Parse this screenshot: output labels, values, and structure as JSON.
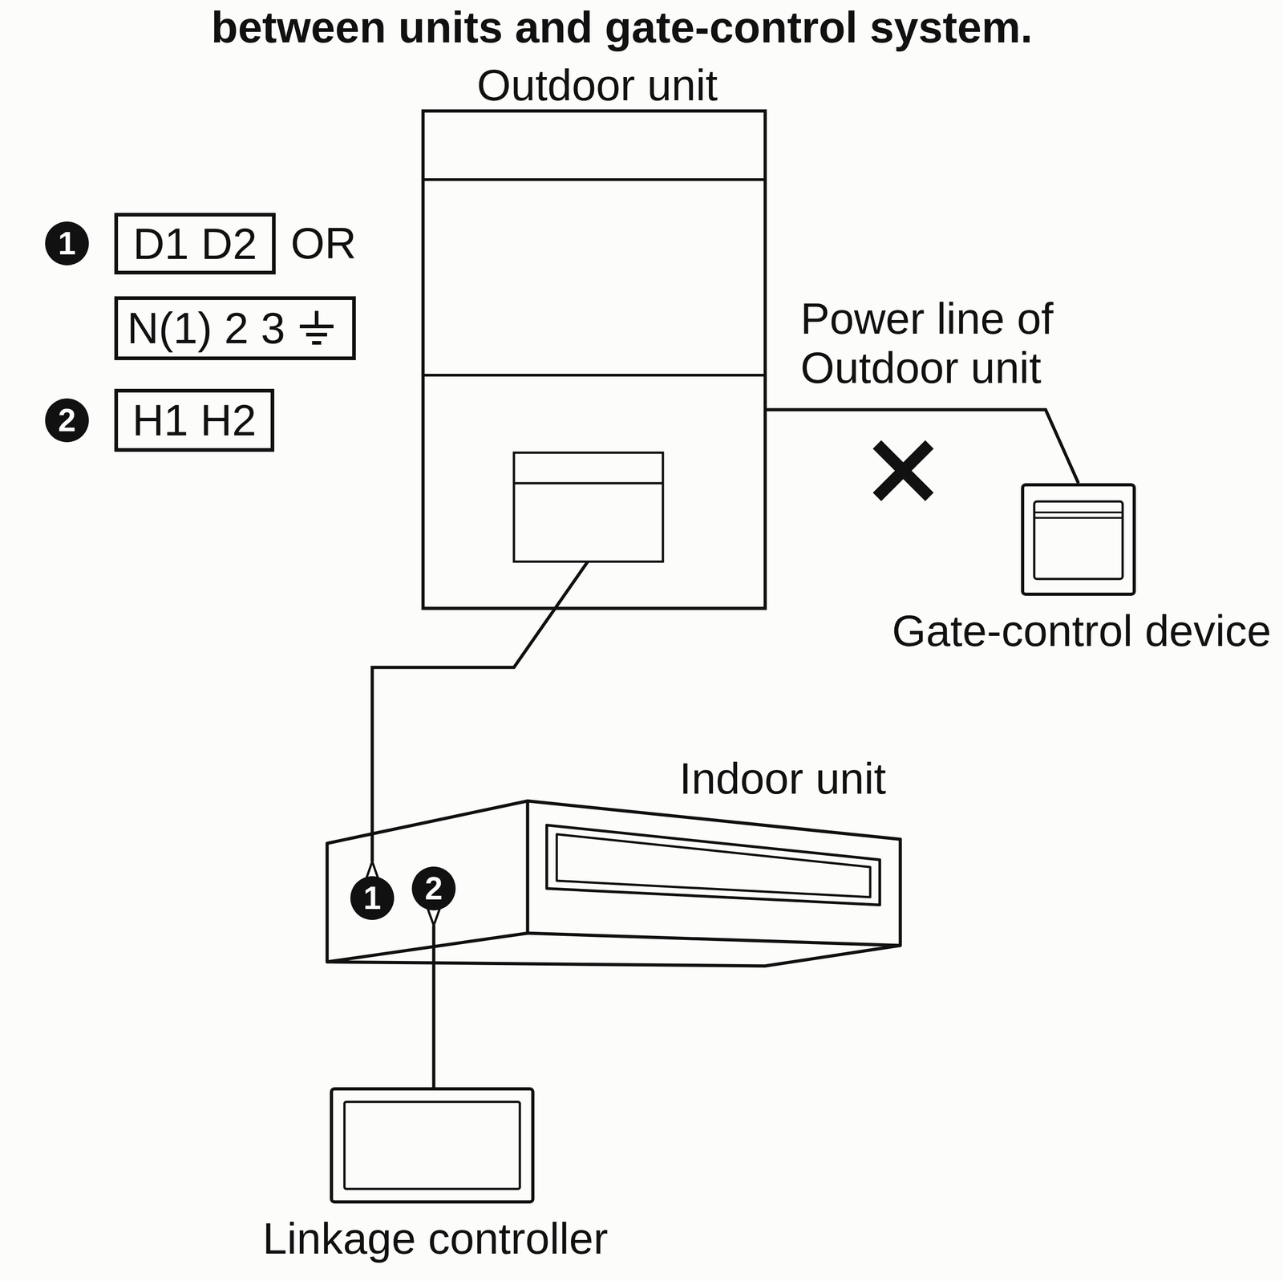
{
  "diagram": {
    "title": "between units and gate-control system.",
    "nodes": [
      {
        "text": [
          "Outdoor unit"
        ]
      },
      {
        "text": [
          "D1 D2"
        ]
      },
      {
        "text": [
          "N(1) 2 3"
        ]
      },
      {
        "text": [
          "H1 H2"
        ]
      },
      {
        "text": [
          "Gate-control device"
        ]
      },
      {
        "text": [
          "Indoor unit"
        ]
      },
      {
        "text": [
          "Linkage controller"
        ]
      }
    ],
    "edges": [
      {
        "from": 0,
        "to": 4,
        "label": "Power line of Outdoor unit",
        "arrow": "none"
      },
      {
        "from": 0,
        "to": 5,
        "arrow": "none"
      },
      {
        "from": 5,
        "to": 6,
        "arrow": "none"
      }
    ],
    "labels": [
      "1",
      "OR",
      "2",
      "1",
      "2"
    ]
  }
}
